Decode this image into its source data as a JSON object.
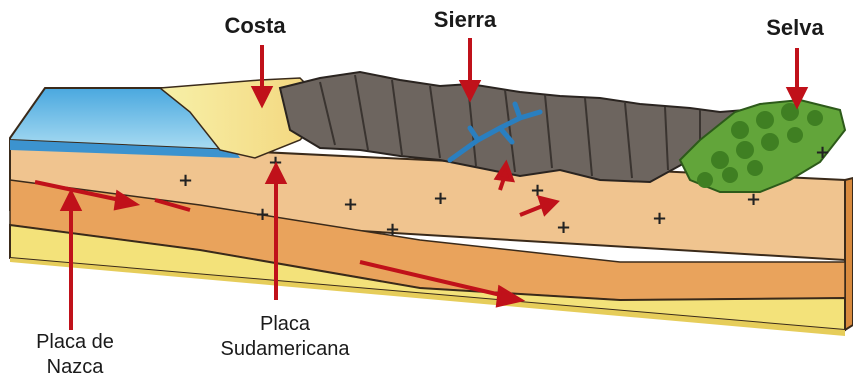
{
  "labels": {
    "costa": "Costa",
    "sierra": "Sierra",
    "selva": "Selva",
    "placa_nazca_line1": "Placa de",
    "placa_nazca_line2": "Nazca",
    "placa_sud_line1": "Placa",
    "placa_sud_line2": "Sudamericana"
  },
  "colors": {
    "ocean": "#5fb6e6",
    "ocean_light": "#bfe3f3",
    "crust": "#f0c48f",
    "crust_dark": "#e59d55",
    "mantle": "#f3e27a",
    "mountains": "#6d655f",
    "jungle": "#62a53a",
    "arrow_red": "#c0111a",
    "river": "#2a7fc0"
  }
}
